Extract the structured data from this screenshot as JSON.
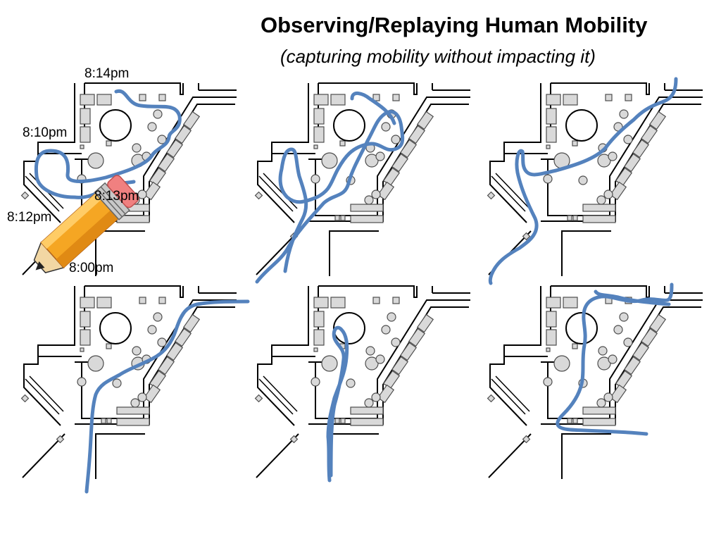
{
  "title": "Observing/Replaying Human Mobility",
  "subtitle": "(capturing mobility without impacting it)",
  "time_labels": [
    "8:14pm",
    "8:10pm",
    "8:13pm",
    "8:12pm",
    "8:00pm"
  ],
  "colors": {
    "path": "#5482bd",
    "floorplan_line": "#000000",
    "furniture_fill": "#d9d9d9",
    "furniture_stroke": "#4d4d4d",
    "pencil_body": "#f5a623",
    "pencil_eraser": "#f08080"
  },
  "icons": [
    "pencil-icon"
  ]
}
